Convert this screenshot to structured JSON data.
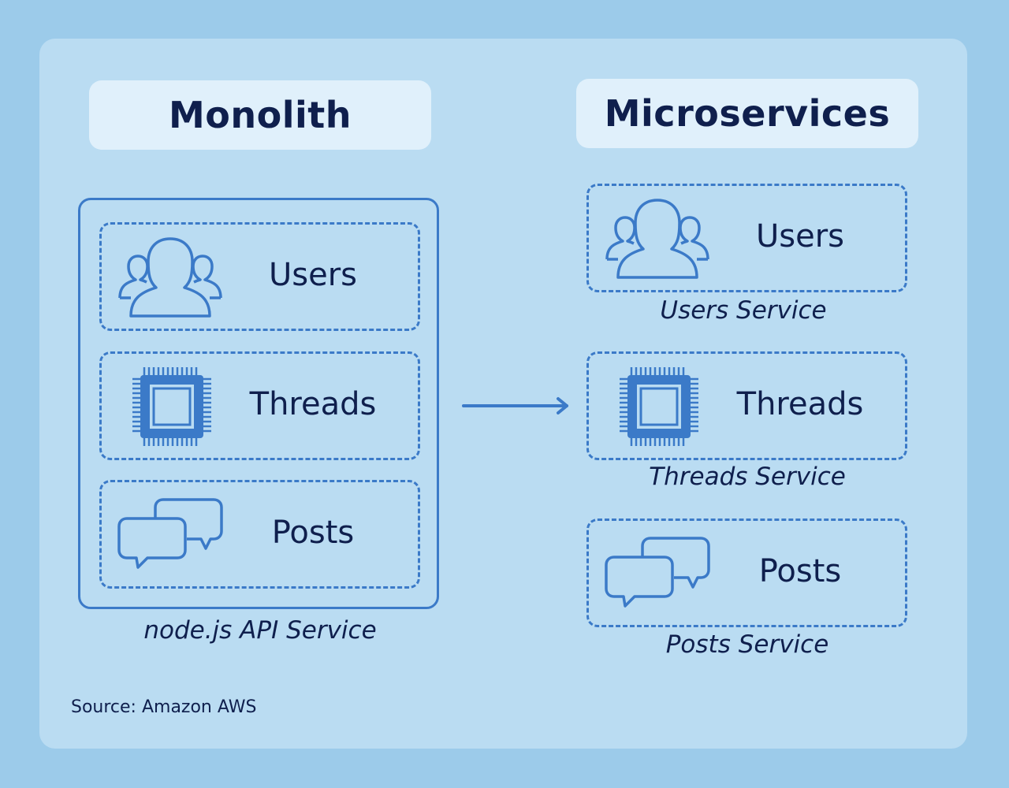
{
  "monolith": {
    "title": "Monolith",
    "modules": [
      "Users",
      "Threads",
      "Posts"
    ],
    "caption": "node.js API Service"
  },
  "microservices": {
    "title": "Microservices",
    "services": [
      {
        "label": "Users",
        "caption": "Users Service"
      },
      {
        "label": "Threads",
        "caption": "Threads Service"
      },
      {
        "label": "Posts",
        "caption": "Posts Service"
      }
    ]
  },
  "source": "Source: Amazon AWS",
  "colors": {
    "background": "#9ccbea",
    "panel": "#badcf2",
    "title_box": "#e0f0fb",
    "accent": "#3b7ac8",
    "text": "#0f1f4d"
  }
}
